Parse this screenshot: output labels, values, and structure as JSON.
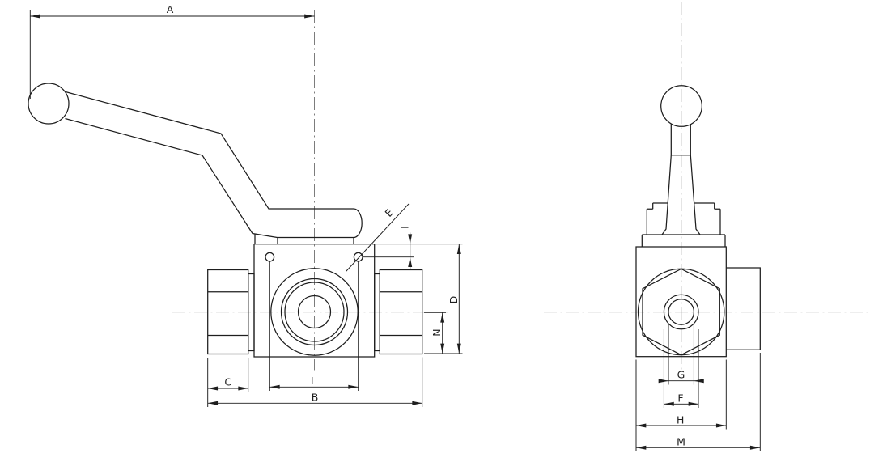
{
  "drawing": {
    "background_color": "#ffffff",
    "line_color": "#1e1e1e",
    "centerline_color": "#7c7c7c",
    "arrow_color": "#1e1e1e"
  },
  "labels": {
    "A": "A",
    "B": "B",
    "C": "C",
    "D": "D",
    "E": "E",
    "F": "F",
    "G": "G",
    "H": "H",
    "I": "I",
    "L": "L",
    "M": "M",
    "N": "N"
  }
}
